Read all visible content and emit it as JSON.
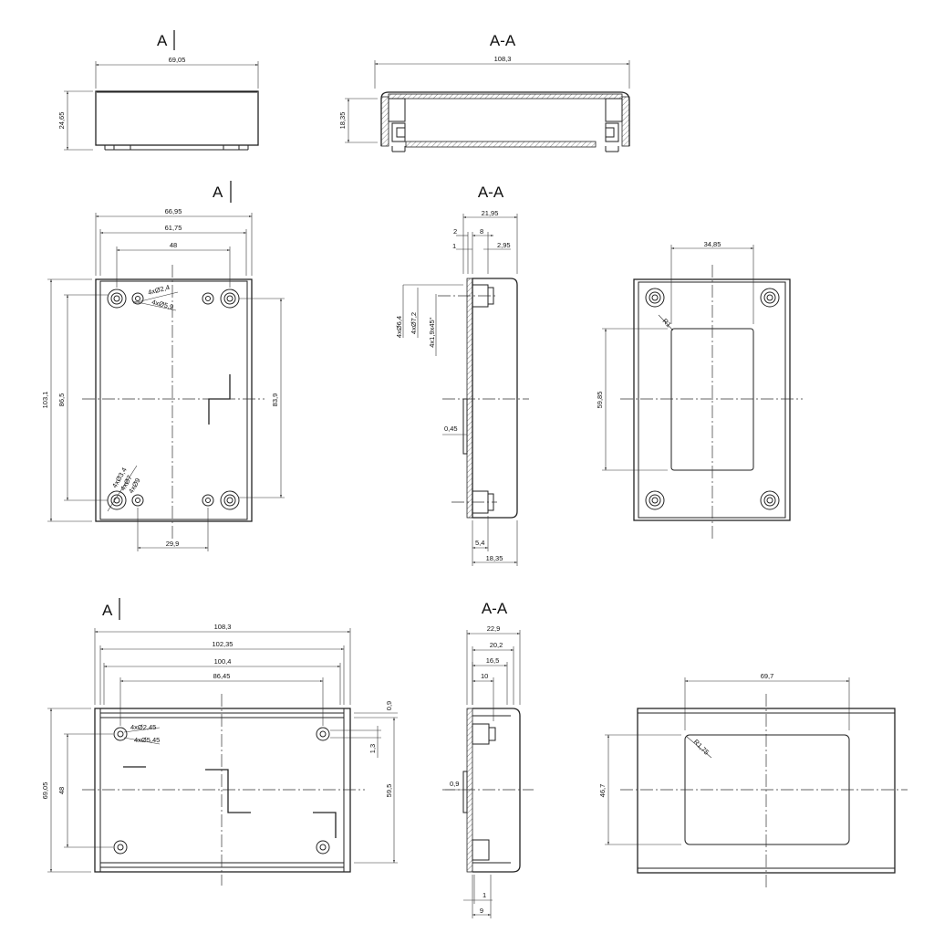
{
  "views": {
    "v1": {
      "label": "A",
      "width": "69,05",
      "height": "24,65"
    },
    "v2": {
      "label": "A-A",
      "width": "108,3",
      "height": "18,35"
    },
    "v3": {
      "label": "A",
      "w1": "66,95",
      "w2": "61,75",
      "w3": "48",
      "h1": "103,1",
      "h2": "86,5",
      "h3": "83,9",
      "bottom": "29,9",
      "hole_a": "4xØ2,4",
      "hole_b": "4xØ5,9",
      "hole_c": "4xØ3,4",
      "hole_d": "4xØ7",
      "hole_e": "4xØ9"
    },
    "v4": {
      "label": "A-A",
      "w_total": "21,95",
      "d_2": "2",
      "d_8": "8",
      "d_1": "1",
      "d_295": "2,95",
      "d_64": "4xØ6,4",
      "d_72": "4xØ7,2",
      "d_chamfer": "4x1,9x45°",
      "d_045": "0,45",
      "d_54": "5,4",
      "d_1835": "18,35"
    },
    "v5": {
      "width": "34,85",
      "height": "59,85",
      "radius": "R1"
    },
    "v6": {
      "label": "A",
      "w1": "108,3",
      "w2": "102,35",
      "w3": "100,4",
      "w4": "86,45",
      "h1": "69,05",
      "h2": "48",
      "h3": "59,5",
      "d_09": "0,9",
      "d_13": "1,3",
      "hole_a": "4xØ2,45",
      "hole_b": "4xØ5,45"
    },
    "v7": {
      "label": "A-A",
      "d_229": "22,9",
      "d_202": "20,2",
      "d_165": "16,5",
      "d_10": "10",
      "d_09": "0,9",
      "d_1": "1",
      "d_9": "9"
    },
    "v8": {
      "width": "69,7",
      "height": "46,7",
      "radius": "R1,75"
    }
  }
}
